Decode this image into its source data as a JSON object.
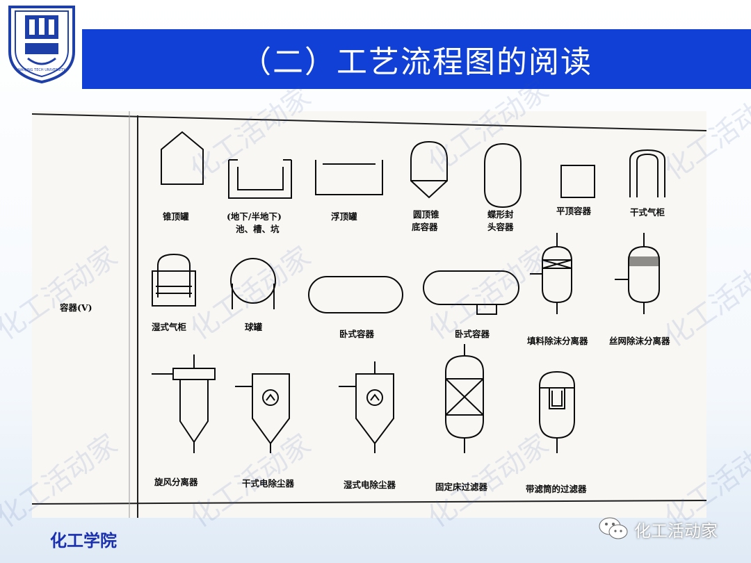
{
  "header": {
    "title": "（二）工艺流程图的阅读",
    "logo_icon": "university-seal-icon",
    "logo_seal_text": "NANJING TECH UNIVERSITY"
  },
  "diagram": {
    "row_header": "容器(V)",
    "row1": [
      "锥顶罐",
      "(地下/半地下)",
      "池、槽、坑",
      "浮顶罐",
      "圆顶锥",
      "底容器",
      "蝶形封",
      "头容器",
      "平顶容器",
      "干式气柜"
    ],
    "row2": [
      "湿式气柜",
      "球罐",
      "卧式容器",
      "卧式容器",
      "填料除沫分离器",
      "丝网除沫分离器"
    ],
    "row3": [
      "旋风分离器",
      "干式电除尘器",
      "湿式电除尘器",
      "固定床过滤器",
      "带滤筒的过滤器"
    ]
  },
  "watermark": "化工活动家",
  "footer": {
    "left_text": "化工学院",
    "right_text": "化工活动家",
    "right_icon": "wechat-icon"
  },
  "colors": {
    "title_bar": "#1040d6",
    "footer_left": "#1a2fb0"
  }
}
